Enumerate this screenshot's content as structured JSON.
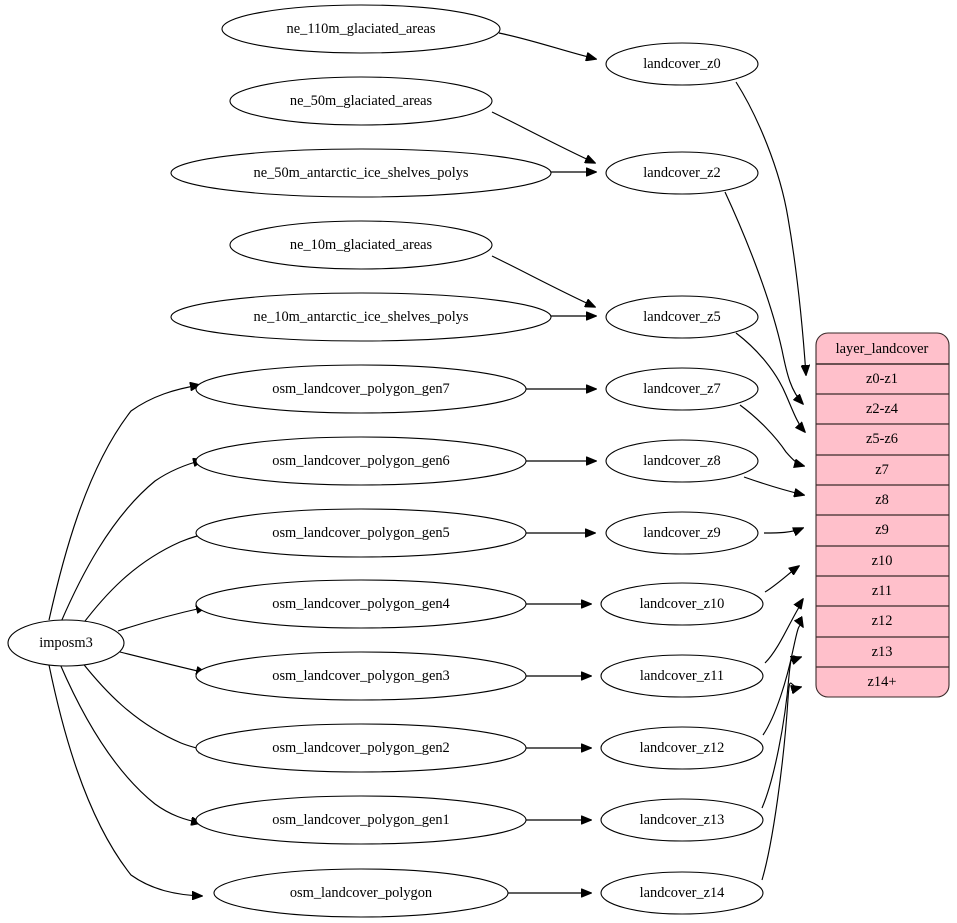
{
  "diagram": {
    "kind": "graphviz-dependency-graph",
    "background": "#ffffff",
    "accent_pink": "#ffc0cb",
    "source_node": {
      "id": "imposm3",
      "label": "imposm3"
    },
    "natural_earth_sources": [
      {
        "id": "ne_110m_glaciated_areas",
        "label": "ne_110m_glaciated_areas"
      },
      {
        "id": "ne_50m_glaciated_areas",
        "label": "ne_50m_glaciated_areas"
      },
      {
        "id": "ne_50m_antarctic_ice_shelves_polys",
        "label": "ne_50m_antarctic_ice_shelves_polys"
      },
      {
        "id": "ne_10m_glaciated_areas",
        "label": "ne_10m_glaciated_areas"
      },
      {
        "id": "ne_10m_antarctic_ice_shelves_polys",
        "label": "ne_10m_antarctic_ice_shelves_polys"
      }
    ],
    "osm_sources": [
      {
        "id": "osm_landcover_polygon_gen7",
        "label": "osm_landcover_polygon_gen7"
      },
      {
        "id": "osm_landcover_polygon_gen6",
        "label": "osm_landcover_polygon_gen6"
      },
      {
        "id": "osm_landcover_polygon_gen5",
        "label": "osm_landcover_polygon_gen5"
      },
      {
        "id": "osm_landcover_polygon_gen4",
        "label": "osm_landcover_polygon_gen4"
      },
      {
        "id": "osm_landcover_polygon_gen3",
        "label": "osm_landcover_polygon_gen3"
      },
      {
        "id": "osm_landcover_polygon_gen2",
        "label": "osm_landcover_polygon_gen2"
      },
      {
        "id": "osm_landcover_polygon_gen1",
        "label": "osm_landcover_polygon_gen1"
      },
      {
        "id": "osm_landcover_polygon",
        "label": "osm_landcover_polygon"
      }
    ],
    "landcover_views": [
      {
        "id": "landcover_z0",
        "label": "landcover_z0"
      },
      {
        "id": "landcover_z2",
        "label": "landcover_z2"
      },
      {
        "id": "landcover_z5",
        "label": "landcover_z5"
      },
      {
        "id": "landcover_z7",
        "label": "landcover_z7"
      },
      {
        "id": "landcover_z8",
        "label": "landcover_z8"
      },
      {
        "id": "landcover_z9",
        "label": "landcover_z9"
      },
      {
        "id": "landcover_z10",
        "label": "landcover_z10"
      },
      {
        "id": "landcover_z11",
        "label": "landcover_z11"
      },
      {
        "id": "landcover_z12",
        "label": "landcover_z12"
      },
      {
        "id": "landcover_z13",
        "label": "landcover_z13"
      },
      {
        "id": "landcover_z14",
        "label": "landcover_z14"
      }
    ],
    "layer_table": {
      "title": "layer_landcover",
      "rows": [
        "z0-z1",
        "z2-z4",
        "z5-z6",
        "z7",
        "z8",
        "z9",
        "z10",
        "z11",
        "z12",
        "z13",
        "z14+"
      ]
    },
    "edges": [
      {
        "from": "ne_110m_glaciated_areas",
        "to": "landcover_z0"
      },
      {
        "from": "ne_50m_glaciated_areas",
        "to": "landcover_z2"
      },
      {
        "from": "ne_50m_antarctic_ice_shelves_polys",
        "to": "landcover_z2"
      },
      {
        "from": "ne_10m_glaciated_areas",
        "to": "landcover_z5"
      },
      {
        "from": "ne_10m_antarctic_ice_shelves_polys",
        "to": "landcover_z5"
      },
      {
        "from": "imposm3",
        "to": "osm_landcover_polygon_gen7"
      },
      {
        "from": "imposm3",
        "to": "osm_landcover_polygon_gen6"
      },
      {
        "from": "imposm3",
        "to": "osm_landcover_polygon_gen5"
      },
      {
        "from": "imposm3",
        "to": "osm_landcover_polygon_gen4"
      },
      {
        "from": "imposm3",
        "to": "osm_landcover_polygon_gen3"
      },
      {
        "from": "imposm3",
        "to": "osm_landcover_polygon_gen2"
      },
      {
        "from": "imposm3",
        "to": "osm_landcover_polygon_gen1"
      },
      {
        "from": "imposm3",
        "to": "osm_landcover_polygon"
      },
      {
        "from": "osm_landcover_polygon_gen7",
        "to": "landcover_z7"
      },
      {
        "from": "osm_landcover_polygon_gen6",
        "to": "landcover_z8"
      },
      {
        "from": "osm_landcover_polygon_gen5",
        "to": "landcover_z9"
      },
      {
        "from": "osm_landcover_polygon_gen4",
        "to": "landcover_z10"
      },
      {
        "from": "osm_landcover_polygon_gen3",
        "to": "landcover_z11"
      },
      {
        "from": "osm_landcover_polygon_gen2",
        "to": "landcover_z12"
      },
      {
        "from": "osm_landcover_polygon_gen1",
        "to": "landcover_z13"
      },
      {
        "from": "osm_landcover_polygon",
        "to": "landcover_z14"
      },
      {
        "from": "landcover_z0",
        "to": "z0-z1"
      },
      {
        "from": "landcover_z2",
        "to": "z2-z4"
      },
      {
        "from": "landcover_z5",
        "to": "z5-z6"
      },
      {
        "from": "landcover_z7",
        "to": "z7"
      },
      {
        "from": "landcover_z8",
        "to": "z8"
      },
      {
        "from": "landcover_z9",
        "to": "z9"
      },
      {
        "from": "landcover_z10",
        "to": "z10"
      },
      {
        "from": "landcover_z11",
        "to": "z11"
      },
      {
        "from": "landcover_z12",
        "to": "z12"
      },
      {
        "from": "landcover_z13",
        "to": "z13"
      },
      {
        "from": "landcover_z14",
        "to": "z14+"
      }
    ]
  }
}
